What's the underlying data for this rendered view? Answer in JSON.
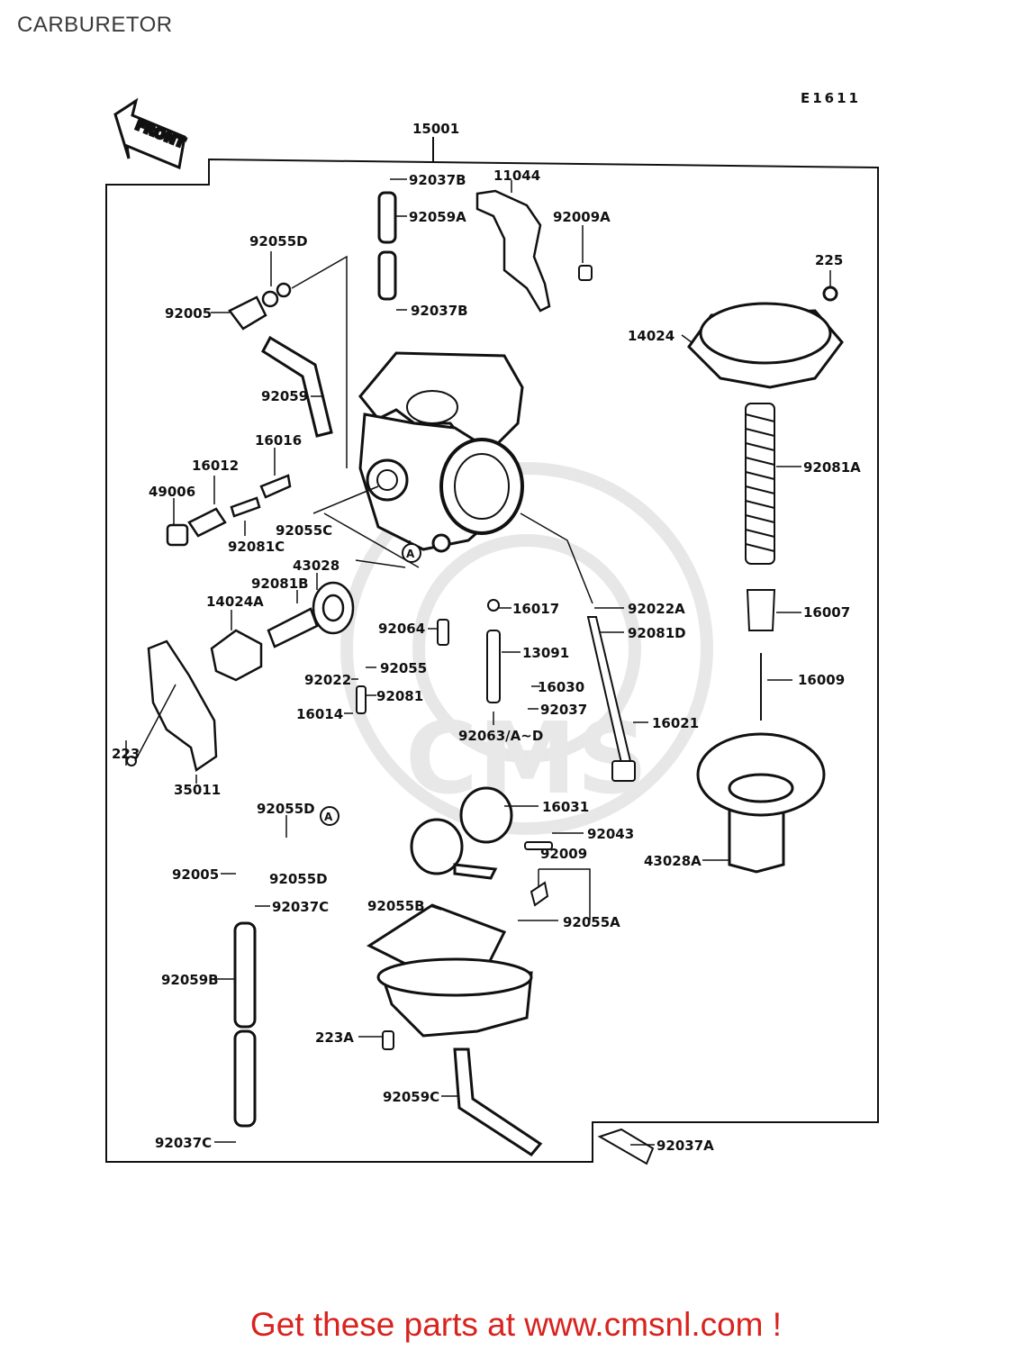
{
  "page": {
    "title": "CARBURETOR"
  },
  "diagram": {
    "code": "E1611",
    "front_label": "FRONT",
    "watermark": "CMS www.cmsnl.com",
    "callout_marker": "A",
    "parts": {
      "p15001": "15001",
      "p92037B_top": "92037B",
      "p11044": "11044",
      "p92059A": "92059A",
      "p92009A": "92009A",
      "p92055D_top": "92055D",
      "p92005_top": "92005",
      "p92037B_mid": "92037B",
      "p225": "225",
      "p14024": "14024",
      "p92059": "92059",
      "p16016": "16016",
      "p16012": "16012",
      "p49006": "49006",
      "p92081A": "92081A",
      "p92055C": "92055C",
      "p92081C": "92081C",
      "p43028": "43028",
      "p92081B": "92081B",
      "p14024A": "14024A",
      "p16017": "16017",
      "p92022A": "92022A",
      "p16007": "16007",
      "p92064": "92064",
      "p92081D": "92081D",
      "p13091": "13091",
      "p92055": "92055",
      "p92022": "92022",
      "p16030": "16030",
      "p16009": "16009",
      "p92081": "92081",
      "p16014": "16014",
      "p92037": "92037",
      "p92063": "92063/A~D",
      "p16021": "16021",
      "p223": "223",
      "p35011": "35011",
      "p92055D_low": "92055D",
      "p16031": "16031",
      "p92043": "92043",
      "p92009": "92009",
      "p43028A": "43028A",
      "p92005_low": "92005",
      "p92055D_low2": "92055D",
      "p92037C_mid": "92037C",
      "p92055B": "92055B",
      "p92055A": "92055A",
      "p92059B": "92059B",
      "p223A": "223A",
      "p92059C": "92059C",
      "p92037C_bot": "92037C",
      "p92037A": "92037A"
    }
  },
  "footer": {
    "promo": "Get these parts at www.cmsnl.com !",
    "promo_color": "#d8231e"
  }
}
